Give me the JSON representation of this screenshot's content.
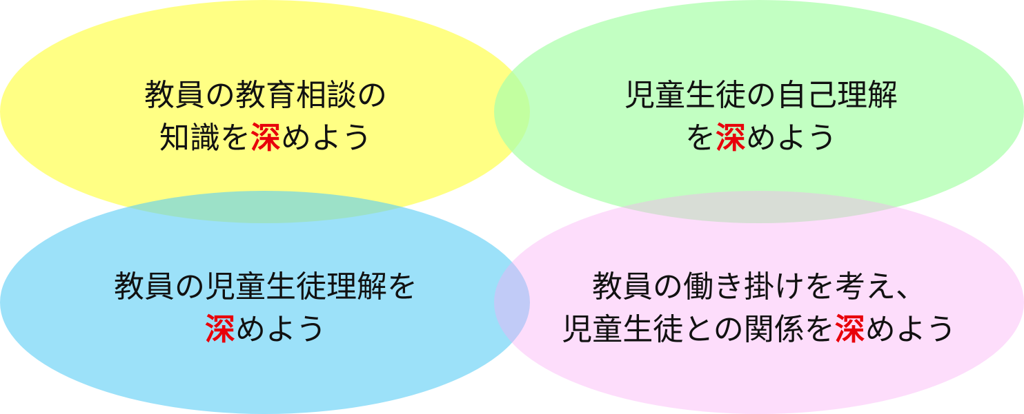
{
  "accent_color": "#e8000b",
  "circles": [
    {
      "id": "top-left",
      "fill": "#ffff8c",
      "line1": "教員の教育相談の",
      "line2_before": "知識を",
      "accent": "深",
      "line2_after": "めよう"
    },
    {
      "id": "top-right",
      "fill": "#c0ffc0",
      "line1": "児童生徒の自己理解",
      "line2_before": "を",
      "accent": "深",
      "line2_after": "めよう"
    },
    {
      "id": "bottom-left",
      "fill": "#9cdff5",
      "line1": "教員の児童生徒理解を",
      "line2_before": "",
      "accent": "深",
      "line2_after": "めよう"
    },
    {
      "id": "bottom-right",
      "fill": "#fce0f8",
      "line1": "教員の働き掛けを考え、",
      "line2_before": "児童生徒との関係を",
      "accent": "深",
      "line2_after": "めよう"
    }
  ]
}
